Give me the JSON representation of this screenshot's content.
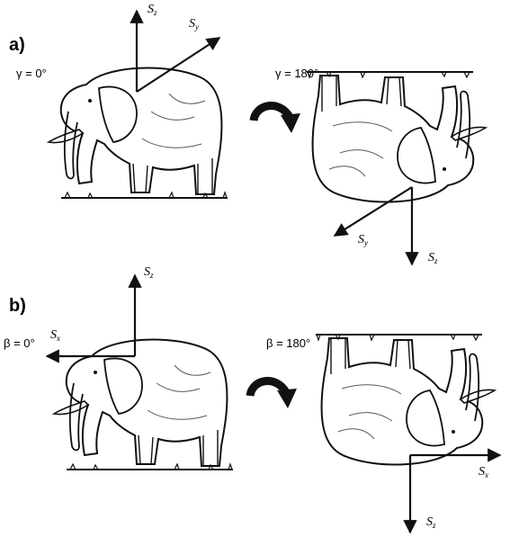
{
  "panels": [
    {
      "id": "a",
      "label": "a)",
      "left": {
        "angle_text": "γ = 0°",
        "axes": [
          {
            "id": "sz",
            "base": "S",
            "sub": "z"
          },
          {
            "id": "sy",
            "base": "S",
            "sub": "y"
          }
        ]
      },
      "right": {
        "angle_text": "γ = 180°",
        "axes": [
          {
            "id": "sy",
            "base": "S",
            "sub": "y"
          },
          {
            "id": "sz",
            "base": "S",
            "sub": "z"
          }
        ]
      }
    },
    {
      "id": "b",
      "label": "b)",
      "left": {
        "angle_text": "β = 0°",
        "axes": [
          {
            "id": "sz",
            "base": "S",
            "sub": "z"
          },
          {
            "id": "sx",
            "base": "S",
            "sub": "x"
          }
        ]
      },
      "right": {
        "angle_text": "β = 180°",
        "axes": [
          {
            "id": "sx",
            "base": "S",
            "sub": "x"
          },
          {
            "id": "sz",
            "base": "S",
            "sub": "z"
          }
        ]
      }
    }
  ],
  "rotation_arrow_icon": "curved-rotation-arrow-icon",
  "subject_icon": "elephant-icon",
  "colors": {
    "ink": "#111111",
    "background": "#ffffff"
  }
}
